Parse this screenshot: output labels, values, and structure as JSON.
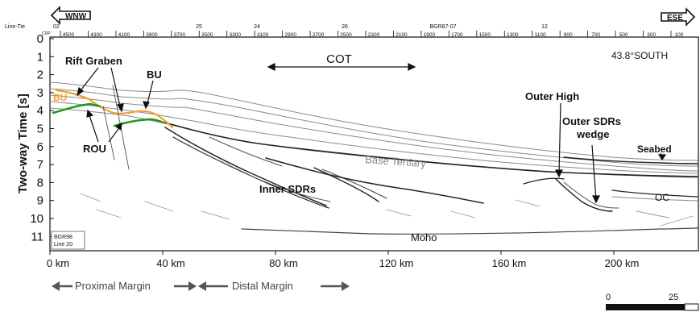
{
  "header": {
    "left_direction": "WNW",
    "right_direction": "ESE",
    "line_tie_label": "Line-Tie",
    "cdp_label": "CDP",
    "cdp_marker": "02",
    "tie_labels": [
      "25",
      "24",
      "26",
      "BGR87-07",
      "12"
    ],
    "shotpoints": [
      "4500",
      "4300",
      "4100",
      "3900",
      "3700",
      "3500",
      "3300",
      "3100",
      "2900",
      "2700",
      "2500",
      "2300",
      "2100",
      "1900",
      "1700",
      "1500",
      "1300",
      "1100",
      "900",
      "700",
      "500",
      "300",
      "100"
    ]
  },
  "axes": {
    "y_title": "Two-way Time [s]",
    "y_ticks": [
      "0",
      "1",
      "2",
      "3",
      "4",
      "5",
      "6",
      "7",
      "8",
      "9",
      "10",
      "11"
    ],
    "x_ticks": [
      "0 km",
      "40 km",
      "80 km",
      "120 km",
      "160 km",
      "200 km"
    ]
  },
  "labels": {
    "cot": "COT",
    "latitude": "43.8°SOUTH",
    "rift_graben": "Rift Graben",
    "bu_left": "BU",
    "bu_right": "BU",
    "rou": "ROU",
    "outer_high": "Outer High",
    "outer_sdrs_line1": "Outer SDRs",
    "outer_sdrs_line2": "wedge",
    "seabed": "Seabed",
    "base_tertiary": "Base Tertiary",
    "inner_sdrs": "Inner SDRs",
    "oc": "OC",
    "moho": "Moho",
    "profile_line1": "BGR98",
    "profile_line2": "Line 20"
  },
  "margins": {
    "proximal": "Proximal Margin",
    "distal": "Distal Margin"
  },
  "scale_bar": {
    "start": "0",
    "end": "25"
  },
  "colors": {
    "bu_horizon": "#f0a030",
    "rou_horizon": "#1a9a1a",
    "line_dark": "#222222",
    "line_gray": "#8a8a8a"
  }
}
